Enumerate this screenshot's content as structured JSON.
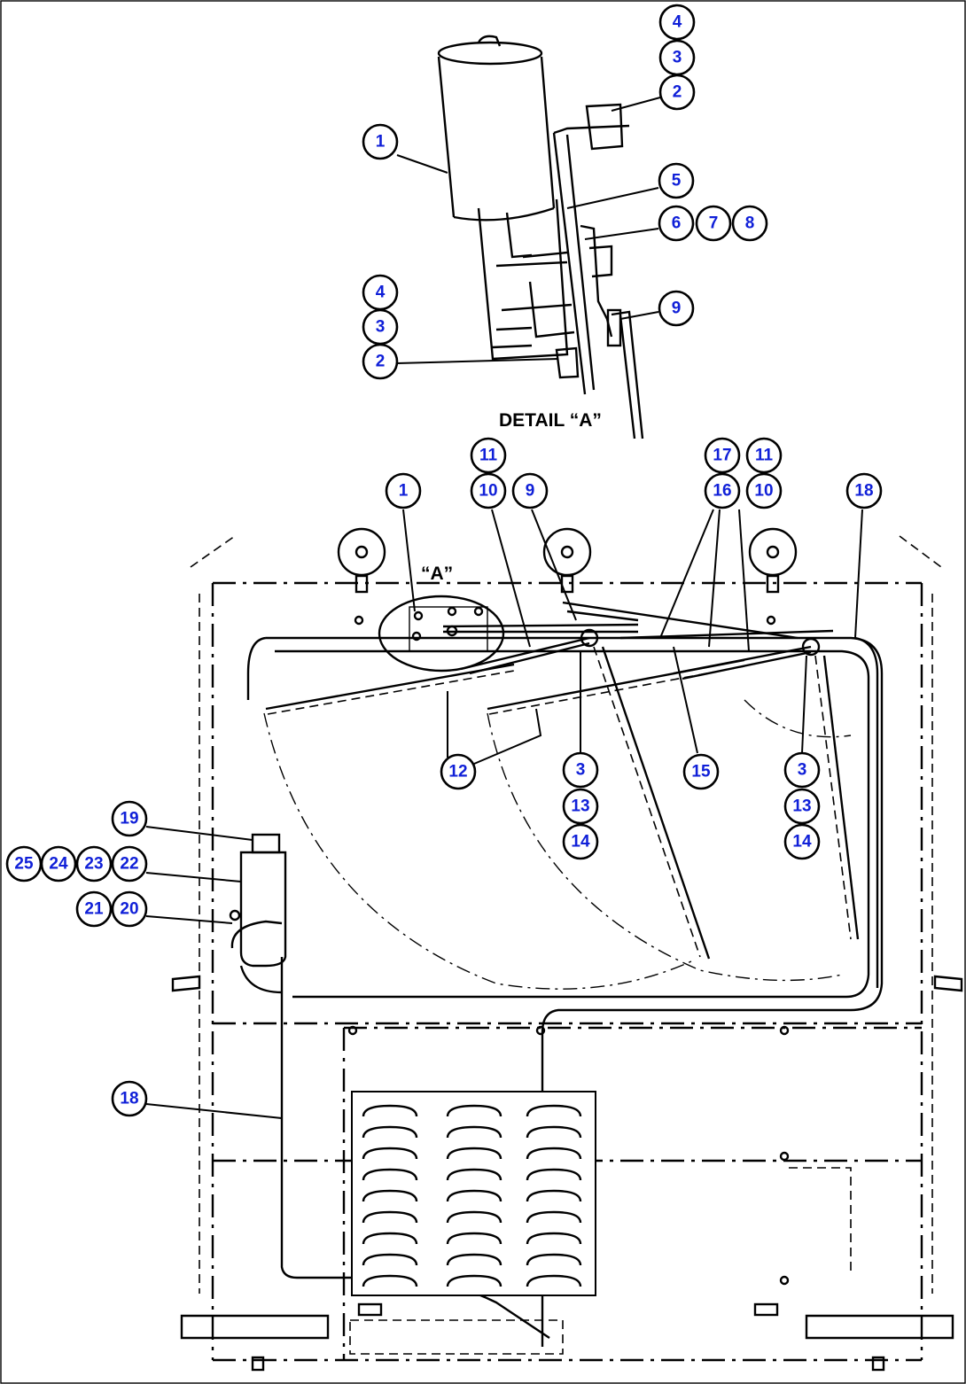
{
  "diagram": {
    "detail_label": "DETAIL “A”",
    "view_marker": "“A”",
    "colors": {
      "callout_text": "#1020d8",
      "line": "#000000",
      "background": "#ffffff"
    },
    "callouts": [
      {
        "id": "c-4-top",
        "label": "4"
      },
      {
        "id": "c-3-top",
        "label": "3"
      },
      {
        "id": "c-2-top",
        "label": "2"
      },
      {
        "id": "c-1-detail",
        "label": "1"
      },
      {
        "id": "c-5",
        "label": "5"
      },
      {
        "id": "c-6",
        "label": "6"
      },
      {
        "id": "c-7",
        "label": "7"
      },
      {
        "id": "c-8",
        "label": "8"
      },
      {
        "id": "c-4-mid",
        "label": "4"
      },
      {
        "id": "c-3-mid",
        "label": "3"
      },
      {
        "id": "c-2-mid",
        "label": "2"
      },
      {
        "id": "c-9-detail",
        "label": "9"
      },
      {
        "id": "c-11-left",
        "label": "11"
      },
      {
        "id": "c-10-left",
        "label": "10"
      },
      {
        "id": "c-1-main",
        "label": "1"
      },
      {
        "id": "c-9-main",
        "label": "9"
      },
      {
        "id": "c-17",
        "label": "17"
      },
      {
        "id": "c-16",
        "label": "16"
      },
      {
        "id": "c-11-right",
        "label": "11"
      },
      {
        "id": "c-10-right",
        "label": "10"
      },
      {
        "id": "c-18-top",
        "label": "18"
      },
      {
        "id": "c-12",
        "label": "12"
      },
      {
        "id": "c-3-left",
        "label": "3"
      },
      {
        "id": "c-13-left",
        "label": "13"
      },
      {
        "id": "c-14-left",
        "label": "14"
      },
      {
        "id": "c-15",
        "label": "15"
      },
      {
        "id": "c-3-right",
        "label": "3"
      },
      {
        "id": "c-13-right",
        "label": "13"
      },
      {
        "id": "c-14-right",
        "label": "14"
      },
      {
        "id": "c-19",
        "label": "19"
      },
      {
        "id": "c-25",
        "label": "25"
      },
      {
        "id": "c-24",
        "label": "24"
      },
      {
        "id": "c-23",
        "label": "23"
      },
      {
        "id": "c-22",
        "label": "22"
      },
      {
        "id": "c-21",
        "label": "21"
      },
      {
        "id": "c-20",
        "label": "20"
      },
      {
        "id": "c-18-bottom",
        "label": "18"
      }
    ]
  }
}
